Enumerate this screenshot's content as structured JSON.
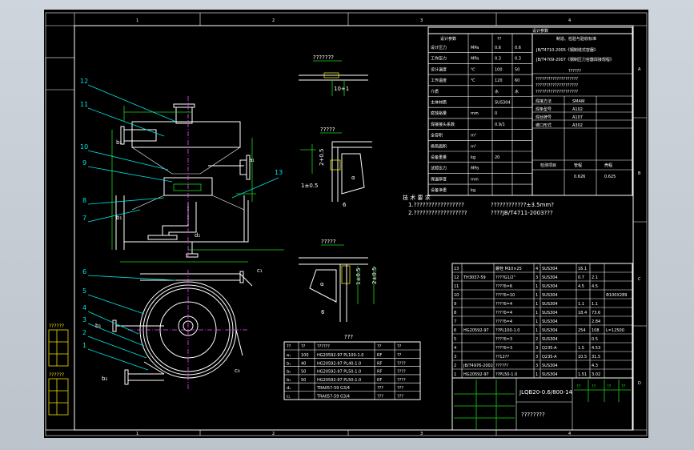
{
  "grid": {
    "columns": [
      "1",
      "2",
      "3",
      "4"
    ],
    "rows": [
      "A",
      "B",
      "C",
      "D"
    ]
  },
  "details": {
    "a": "???????",
    "b": "?????",
    "c": "?????"
  },
  "dims": {
    "d1": "10+1",
    "d2": "2+0.5",
    "d3": "1±0.5",
    "d4": "6",
    "d5": "1±0.5",
    "d6": "2±0.5",
    "d7": "6"
  },
  "weld_symbol": "α",
  "balloons": [
    "12",
    "11",
    "10",
    "9",
    "8",
    "7",
    "13",
    "6",
    "5",
    "4",
    "3",
    "2",
    "1"
  ],
  "nozzle_labels": {
    "b2": "b₂",
    "b1": "b₁",
    "a1": "a₁",
    "d1": "d₁",
    "b1_plan": "b₁",
    "b2_plan": "b₂",
    "c1": "c₁",
    "c0": "c₀"
  },
  "tech_requirements": {
    "title": "技 术 要 求",
    "line1": "1.?????????????????",
    "line1b": "????????????±3.5mm?",
    "line2": "2.??????????????????",
    "line2b": "????JB/T4711-2003???"
  },
  "design_table": {
    "title": "设计参数",
    "left_header": [
      "设计参数",
      "??"
    ],
    "right_header": "制造、检验与验收标准",
    "left_rows": [
      [
        "设计压力",
        "MPa",
        "0.6",
        "0.6"
      ],
      [
        "工作压力",
        "MPa",
        "0.3",
        "0.3"
      ],
      [
        "设计温度",
        "℃",
        "100",
        "50"
      ],
      [
        "工作温度",
        "℃",
        "120",
        "60"
      ],
      [
        "介质",
        "",
        "水",
        "水"
      ],
      [
        "主体材质",
        "",
        "SUS304",
        ""
      ],
      [
        "腐蚀裕量",
        "mm",
        "0",
        ""
      ],
      [
        "焊接接头系数",
        "",
        "0.9/1",
        ""
      ],
      [
        "全容积",
        "m³",
        "",
        ""
      ],
      [
        "换热面积",
        "m²",
        "",
        ""
      ],
      [
        "设备重量",
        "kg",
        "20",
        ""
      ],
      [
        "试验压力",
        "MPa",
        "",
        ""
      ],
      [
        "保温厚度",
        "mm",
        "",
        ""
      ],
      [
        "设备净重",
        "kg",
        "",
        ""
      ]
    ],
    "std_lines": [
      "JB/T4710-2005《钢制塔式容器》",
      "JB/T4709-2007《钢制压力容器焊接规程》"
    ],
    "notes_title": "??????",
    "notes": [
      "????????????????????",
      "????????????????????",
      "????????????????????"
    ],
    "right_rows": [
      [
        "焊接方法",
        "SMAW"
      ],
      [
        "焊条型号",
        "A102"
      ],
      [
        "焊丝牌号",
        "A107"
      ],
      [
        "坡口形式",
        "A302"
      ]
    ],
    "gauge_header": [
      "检测项目",
      "管程",
      "壳程"
    ],
    "gauge_values": [
      "0.626",
      "0.625"
    ]
  },
  "nozzle_table": {
    "title": "???",
    "headers": [
      "??",
      "??",
      "??????",
      "??",
      "??"
    ],
    "rows": [
      [
        "a₁",
        "100",
        "HG20592-97 PL100-1.0",
        "RF",
        "??"
      ],
      [
        "b₁",
        "40",
        "HG20592-97 PL40-1.0",
        "RF",
        "????"
      ],
      [
        "b₂",
        "50",
        "HG20592-97 PL50-1.0",
        "RF",
        "????"
      ],
      [
        "b₃",
        "50",
        "HG20592-97 PL50-1.0",
        "RF",
        "????"
      ],
      [
        "d₁",
        "",
        "TRA057-59 G3/4",
        "???",
        "???"
      ],
      [
        "c₁",
        "",
        "TRA057-59 G3/4",
        "???",
        "???"
      ]
    ]
  },
  "bom": {
    "rows": [
      [
        "13",
        "",
        "螺栓 M10×25",
        "4",
        "SUS304",
        "16.1",
        "",
        ""
      ],
      [
        "12",
        "TH3037-59",
        "????G1/2\"",
        "3",
        "SUS304",
        "0.7",
        "2.1",
        ""
      ],
      [
        "11",
        "",
        "????δ=6",
        "1",
        "SUS304",
        "4.5",
        "4.5",
        ""
      ],
      [
        "10",
        "",
        "????δ=10",
        "1",
        "SUS304",
        "",
        "",
        "Φ100X289"
      ],
      [
        "9",
        "",
        "????δ=4",
        "1",
        "SUS304",
        "1.1",
        "1.1",
        ""
      ],
      [
        "8",
        "",
        "????δ=4",
        "1",
        "SUS304",
        "18.4",
        "73.6",
        ""
      ],
      [
        "7",
        "",
        "????δ=4",
        "1",
        "SUS304",
        "",
        "2.84",
        ""
      ],
      [
        "6",
        "HG20592-97",
        "??PL100-1.0",
        "1",
        "SUS304",
        "254",
        "108",
        "L=12500"
      ],
      [
        "5",
        "",
        "????δ=3",
        "2",
        "SUS304",
        "",
        "0.5",
        ""
      ],
      [
        "4",
        "",
        "????δ=3",
        "3",
        "Q235-A",
        "1.5",
        "4.53",
        ""
      ],
      [
        "3",
        "",
        "??12??",
        "3",
        "Q235-A",
        "10.5",
        "31.5",
        ""
      ],
      [
        "2",
        "JB/T4976-2002",
        "??????",
        "3",
        "SUS304",
        "",
        "4.3",
        ""
      ],
      [
        "1",
        "HG20592-97",
        "??PL50-1.0",
        "1",
        "SUS304",
        "1.51",
        "3.02",
        ""
      ]
    ]
  },
  "title_block": {
    "drawing_no": "JLQB20-0.6/800-14",
    "name": "????????",
    "revision_header": [
      "??",
      "??",
      "??",
      "??"
    ]
  },
  "left_strip": {
    "label_a": "??????",
    "label_b": "??????"
  }
}
